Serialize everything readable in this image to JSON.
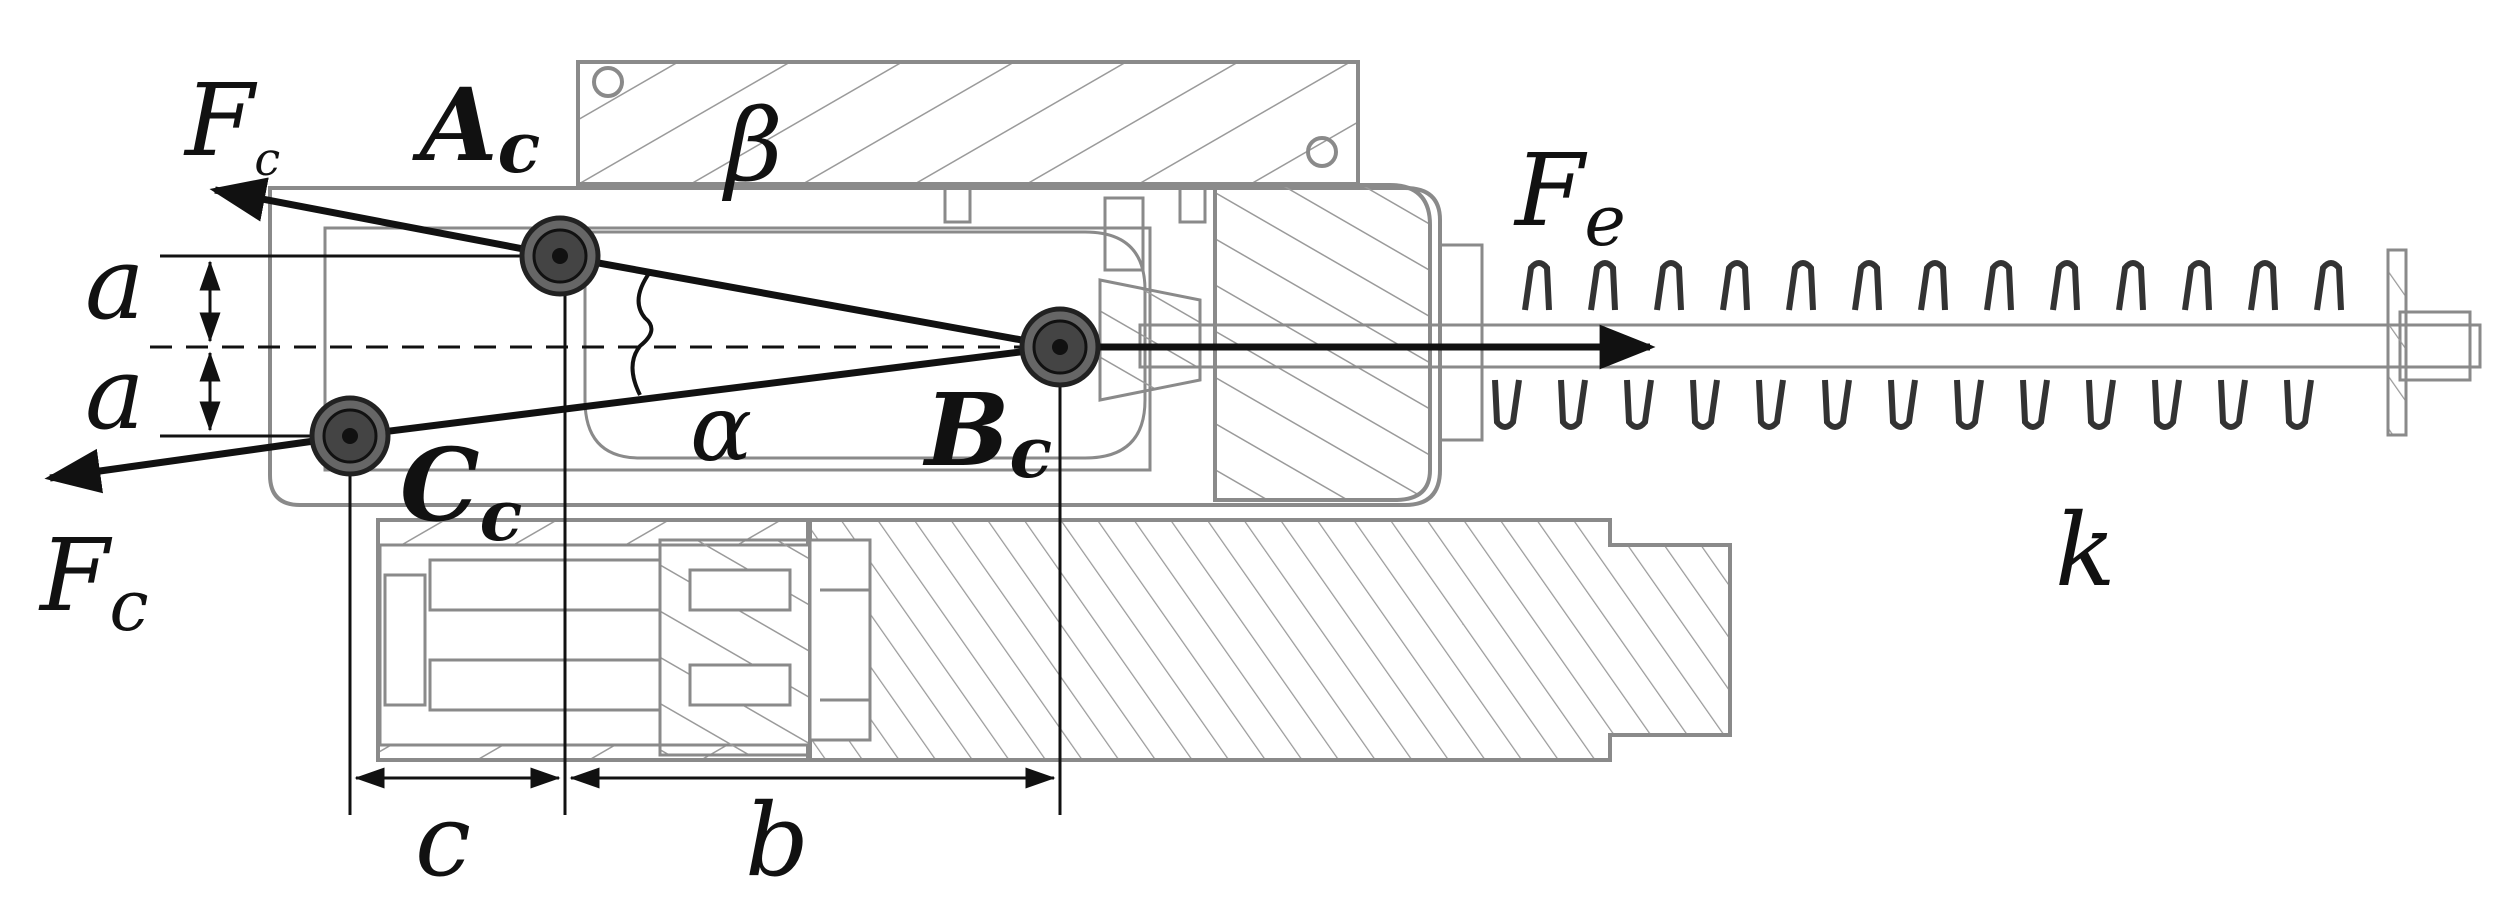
{
  "labels": {
    "fc_top": {
      "main": "F",
      "sub": "c"
    },
    "fc_bottom": {
      "main": "F",
      "sub": "c"
    },
    "fe": {
      "main": "F",
      "sub": "e"
    },
    "ac": {
      "main": "A",
      "sub": "c"
    },
    "bc": {
      "main": "B",
      "sub": "c"
    },
    "cc": {
      "main": "C",
      "sub": "c"
    },
    "alpha": "α",
    "beta": "β",
    "a_top": "a",
    "a_bottom": "a",
    "b": "b",
    "c": "c",
    "k": "k"
  },
  "colors": {
    "ink": "#111111",
    "drawing": "#8a8a8a",
    "hatch": "#9a9a9a",
    "background": "#ffffff"
  }
}
